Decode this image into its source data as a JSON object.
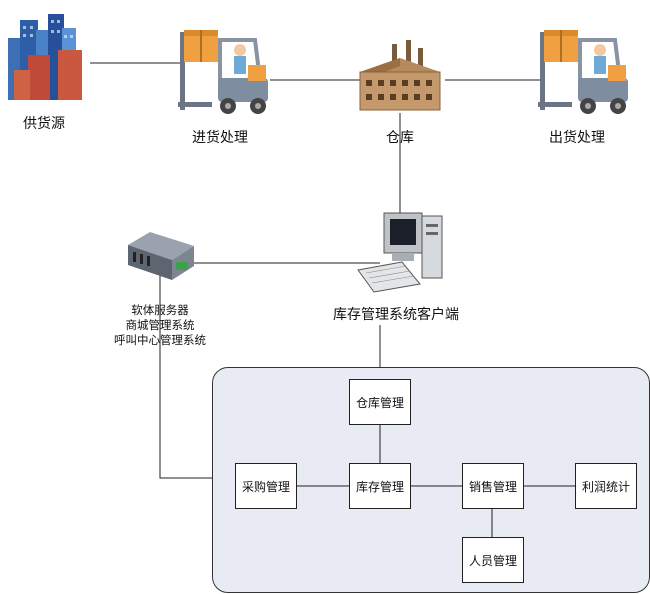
{
  "nodes": {
    "supplier": "供货源",
    "inbound": "进货处理",
    "warehouse": "仓库",
    "outbound": "出货处理",
    "client": "库存管理系统客户端",
    "server": [
      "软体服务器",
      "商城管理系统",
      "呼叫中心管理系统"
    ]
  },
  "modules": {
    "warehouse_mgmt": "仓库管理",
    "purchase_mgmt": "采购管理",
    "inventory_mgmt": "库存管理",
    "sales_mgmt": "销售管理",
    "profit_stats": "利润统计",
    "staff_mgmt": "人员管理"
  },
  "colors": {
    "panel_fill": "#e8ebf4",
    "line": "#222222",
    "forklift_orange": "#f0a040",
    "forklift_body": "#7f8da0"
  }
}
